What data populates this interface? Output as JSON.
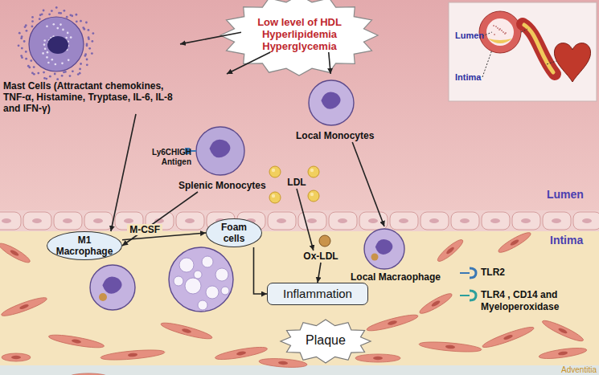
{
  "diagram": {
    "nodes": [
      {
        "text": [
          "Low level of HDL Hyperlipidemia Hyperglycemia"
        ]
      },
      {
        "text": [
          "Mast Cells (Attractant chemokines, TNF-α, Histamine, Tryptase, IL-6, IL-8 and IFN-γ)"
        ]
      },
      {
        "text": [
          "Splenic Monocytes"
        ]
      },
      {
        "text": [
          "Local Monocytes"
        ]
      },
      {
        "text": [
          "LDL"
        ]
      },
      {
        "text": [
          "M1 Macrophage"
        ]
      },
      {
        "text": [
          "Foam cells"
        ]
      },
      {
        "text": [
          "Ox-LDL"
        ]
      },
      {
        "text": [
          "Local Macraophage"
        ]
      },
      {
        "text": [
          "Inflammation"
        ]
      },
      {
        "text": [
          "Plaque"
        ]
      }
    ],
    "edges": [
      {
        "from": 0,
        "to": 1,
        "arrow": "to"
      },
      {
        "from": 0,
        "to": 2,
        "arrow": "to"
      },
      {
        "from": 0,
        "to": 3,
        "arrow": "to"
      },
      {
        "from": 1,
        "to": 5,
        "arrow": "to"
      },
      {
        "from": 2,
        "to": 5,
        "label": "M-CSF",
        "arrow": "to"
      },
      {
        "from": 5,
        "to": 6,
        "arrow": "to"
      },
      {
        "from": 6,
        "to": 9,
        "arrow": "to"
      },
      {
        "from": 4,
        "to": 7,
        "arrow": "to"
      },
      {
        "from": 7,
        "to": 9,
        "arrow": "to"
      },
      {
        "from": 3,
        "to": 8,
        "arrow": "to"
      }
    ],
    "labels": [
      "Lumen",
      "Intima",
      "Ly6CHIGH Antigen",
      "Lumen",
      "Intima",
      "TLR2",
      "TLR4 , CD14 and Myeloperoxidase",
      "Adventitia"
    ]
  }
}
